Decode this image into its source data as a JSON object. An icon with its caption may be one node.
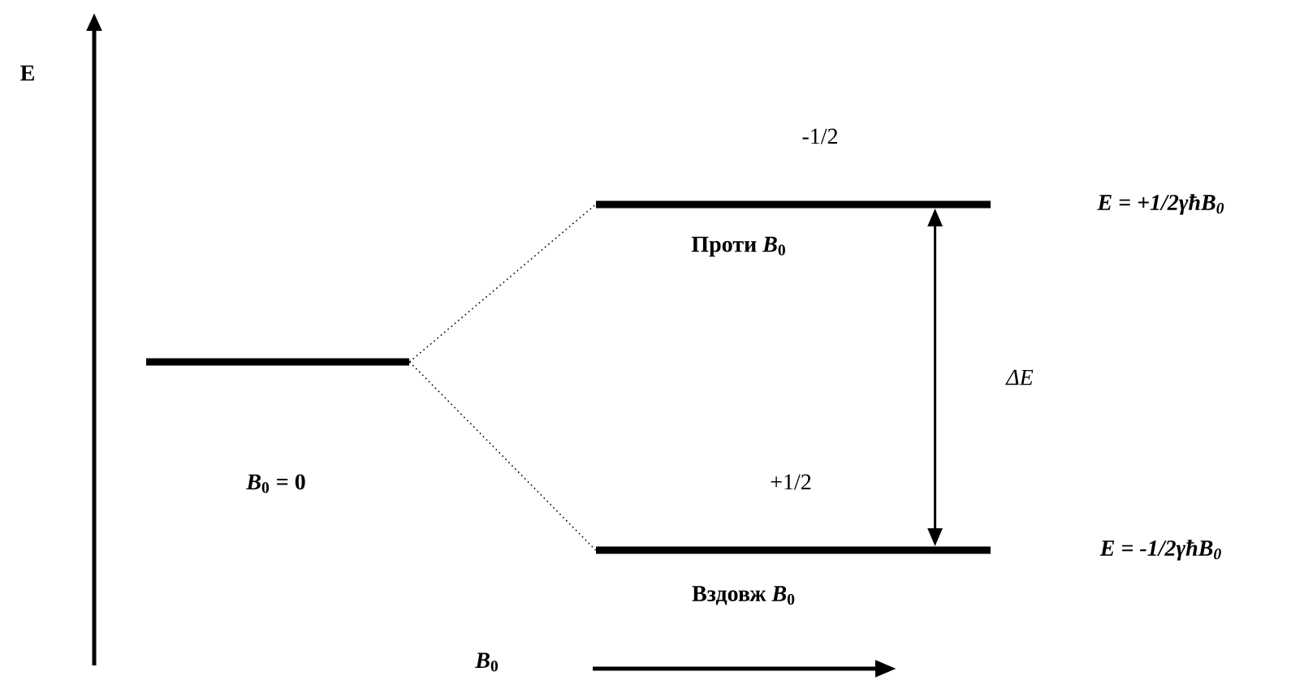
{
  "diagram": {
    "nodes": [
      {
        "text": [],
        "shape": "bar"
      },
      {
        "text": [],
        "shape": "bar",
        "beside": [
          "-1/2",
          "Проти *B*$_{0}$"
        ]
      },
      {
        "text": [],
        "shape": "bar",
        "beside": [
          "+1/2",
          "Вздовж *B*$_{0}$"
        ]
      }
    ],
    "edges": [
      {
        "from": 0,
        "to": 1,
        "arrow": "none",
        "style": "dashed"
      },
      {
        "from": 0,
        "to": 2,
        "arrow": "none",
        "style": "dashed"
      },
      {
        "from": 1,
        "to": 2,
        "arrow": "both",
        "label": "ΔE"
      }
    ],
    "labels": [
      "E",
      "E = +1/2γħB$_{0}$",
      "*B*$_{0}$ = 0",
      "E = -1/2γħB$_{0}$",
      "*B*$_{0}$"
    ]
  }
}
